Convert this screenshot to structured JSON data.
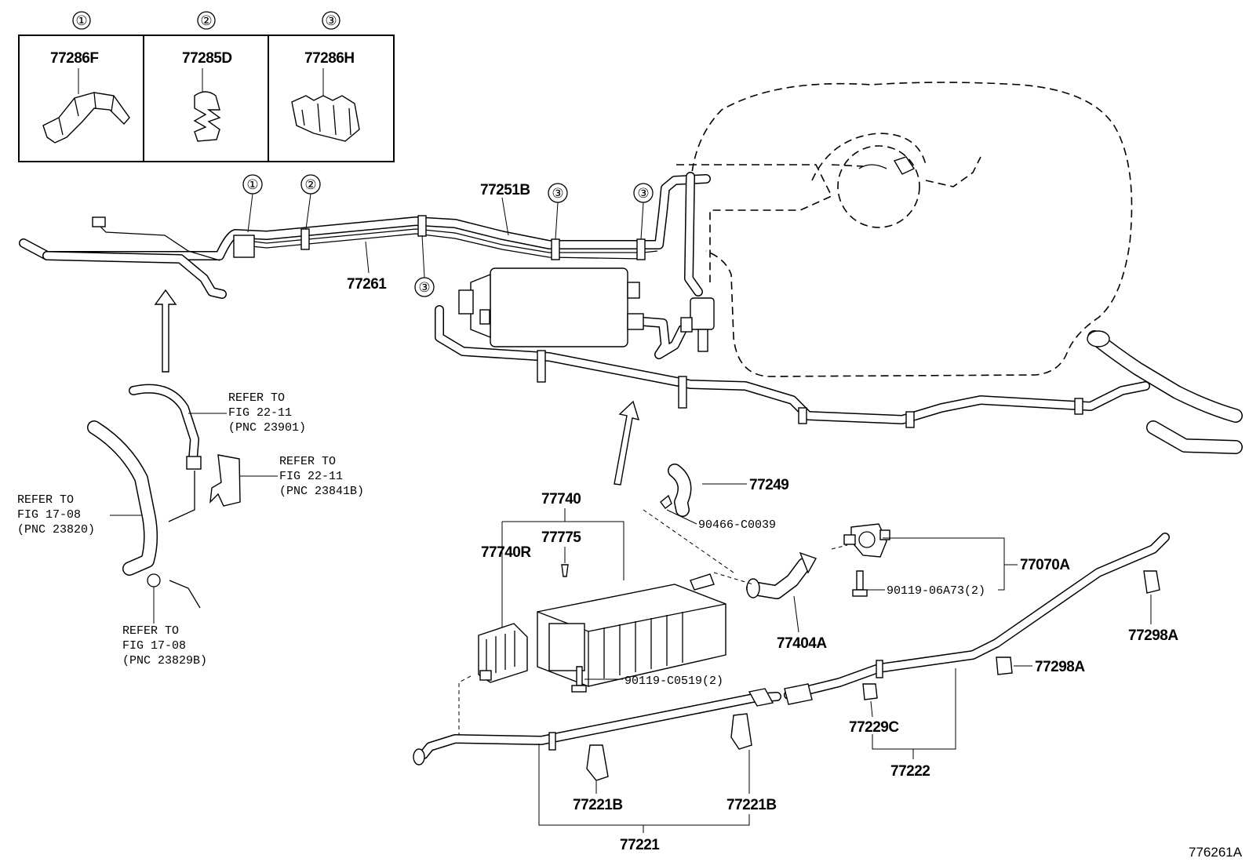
{
  "inset_boxes": [
    {
      "number": "①",
      "part": "77286F"
    },
    {
      "number": "②",
      "part": "77285D"
    },
    {
      "number": "③",
      "part": "77286H"
    }
  ],
  "callouts": {
    "c1": "①",
    "c2": "②",
    "c3a": "③",
    "c3b": "③",
    "c3c": "③"
  },
  "parts": {
    "p77251B": "77251B",
    "p77261": "77261",
    "p77249": "77249",
    "p90466": "90466-C0039",
    "p77740": "77740",
    "p77775": "77775",
    "p77740R": "77740R",
    "p77070A": "77070A",
    "p90119_06A73": "90119-06A73(2)",
    "p77404A": "77404A",
    "p77298A_1": "77298A",
    "p77298A_2": "77298A",
    "p90119_C0519": "90119-C0519(2)",
    "p77229C": "77229C",
    "p77222": "77222",
    "p77221B_1": "77221B",
    "p77221B_2": "77221B",
    "p77221": "77221"
  },
  "refs": {
    "r1": [
      "REFER TO",
      "FIG 22-11",
      "(PNC 23901)"
    ],
    "r2": [
      "REFER TO",
      "FIG 22-11",
      "(PNC 23841B)"
    ],
    "r3": [
      "REFER TO",
      "FIG 17-08",
      "(PNC 23820)"
    ],
    "r4": [
      "REFER TO",
      "FIG 17-08",
      "(PNC 23829B)"
    ]
  },
  "figure_id": "776261A"
}
